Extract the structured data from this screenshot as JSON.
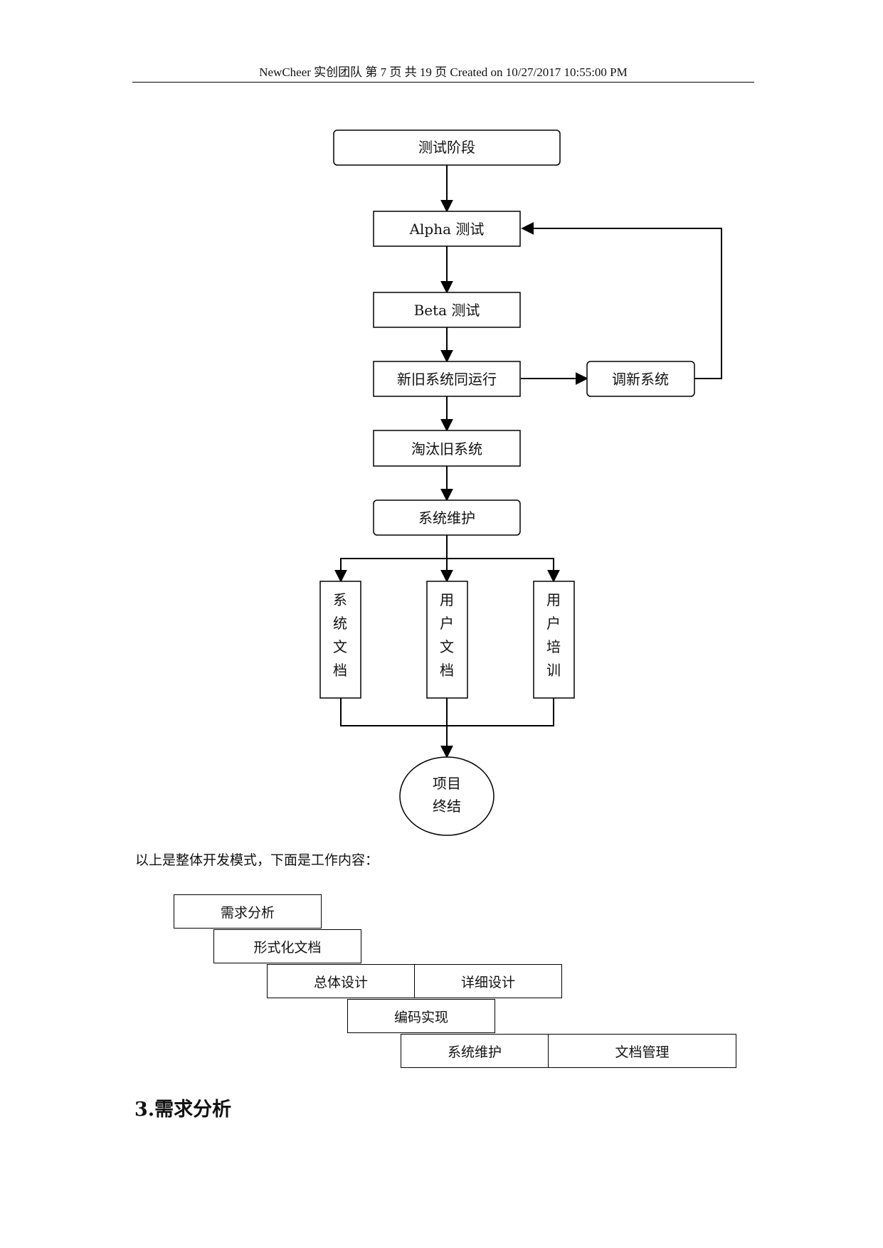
{
  "header": {
    "text": "NewCheer 实创团队  第  7  页  共  19  页  Created on 10/27/2017 10:55:00 PM"
  },
  "flowchart": {
    "test_stage": "测试阶段",
    "alpha_test": "Alpha 测试",
    "beta_test": "Beta 测试",
    "parallel_run": "新旧系统同运行",
    "adjust_system": "调新系统",
    "retire_old": "淘汰旧系统",
    "maintenance": "系统维护",
    "sys_doc": [
      "系",
      "统",
      "文",
      "档"
    ],
    "user_doc": [
      "用",
      "户",
      "文",
      "档"
    ],
    "user_train": [
      "用",
      "户",
      "培",
      "训"
    ],
    "project_end": [
      "项目",
      "终结"
    ]
  },
  "intro_text": "以上是整体开发模式，下面是工作内容：",
  "gantt": {
    "req_analysis": "需求分析",
    "formal_doc": "形式化文档",
    "overall_design": "总体设计",
    "detail_design": "详细设计",
    "coding": "编码实现",
    "maintenance": "系统维护",
    "doc_mgmt": "文档管理"
  },
  "section_heading": "3.需求分析"
}
